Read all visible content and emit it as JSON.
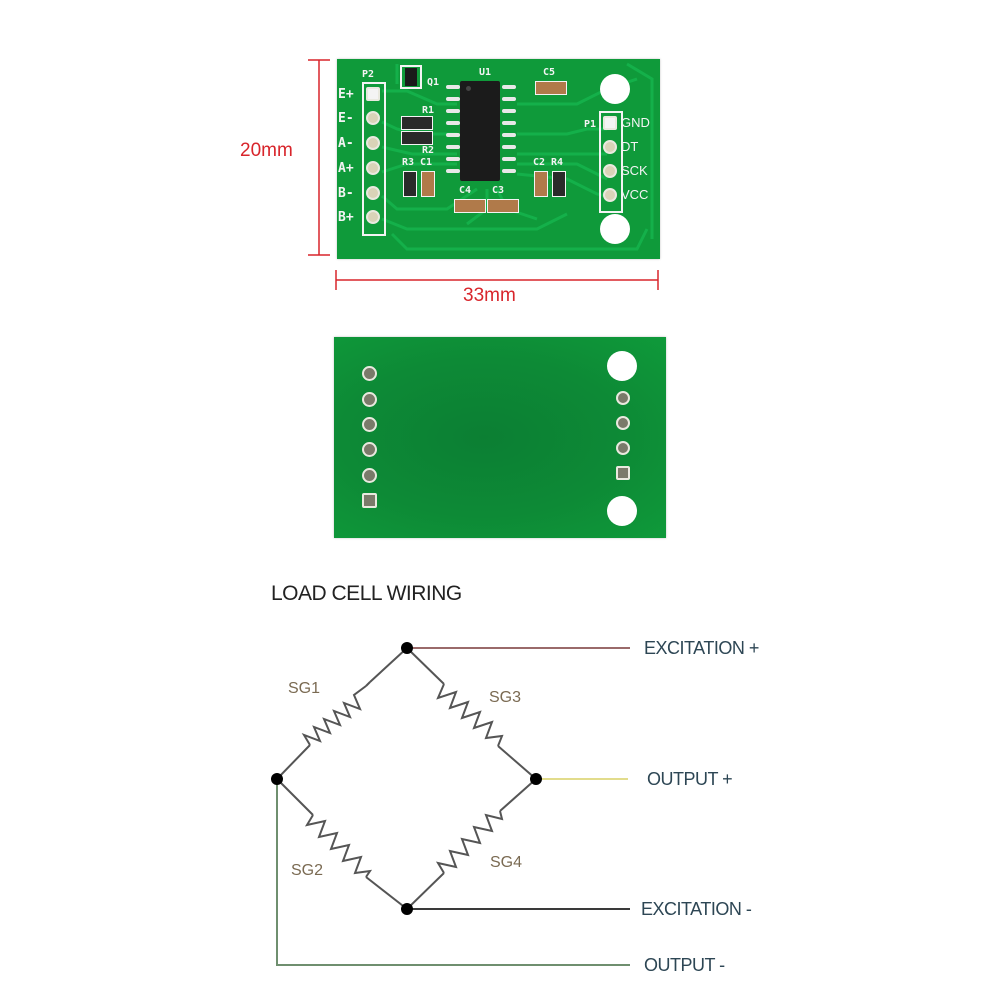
{
  "top_board": {
    "dimension_height": "20mm",
    "dimension_width": "33mm",
    "connector_left": {
      "ref": "P2",
      "pins": [
        "E+",
        "E-",
        "A-",
        "A+",
        "B-",
        "B+"
      ]
    },
    "connector_right": {
      "ref": "P1",
      "pins": [
        "GND",
        "DT",
        "SCK",
        "VCC"
      ]
    },
    "components": {
      "ic": "U1",
      "transistor": "Q1",
      "r1": "R1",
      "r2": "R2",
      "r3": "R3",
      "r4": "R4",
      "c1": "C1",
      "c2": "C2",
      "c3": "C3",
      "c4": "C4",
      "c5": "C5"
    }
  },
  "bottom_board": {
    "left_pads": 6,
    "right_pads": 4
  },
  "wiring_diagram": {
    "title": "LOAD CELL WIRING",
    "gauges": [
      "SG1",
      "SG2",
      "SG3",
      "SG4"
    ],
    "outputs": {
      "exc_plus": "EXCITATION +",
      "out_plus": "OUTPUT +",
      "exc_minus": "EXCITATION -",
      "out_minus": "OUTPUT -"
    },
    "wire_colors": {
      "exc_plus": "#9a6a6a",
      "out_plus": "#e2dc8c",
      "exc_minus": "#3a3a3a",
      "out_minus": "#6f8f6f"
    }
  }
}
